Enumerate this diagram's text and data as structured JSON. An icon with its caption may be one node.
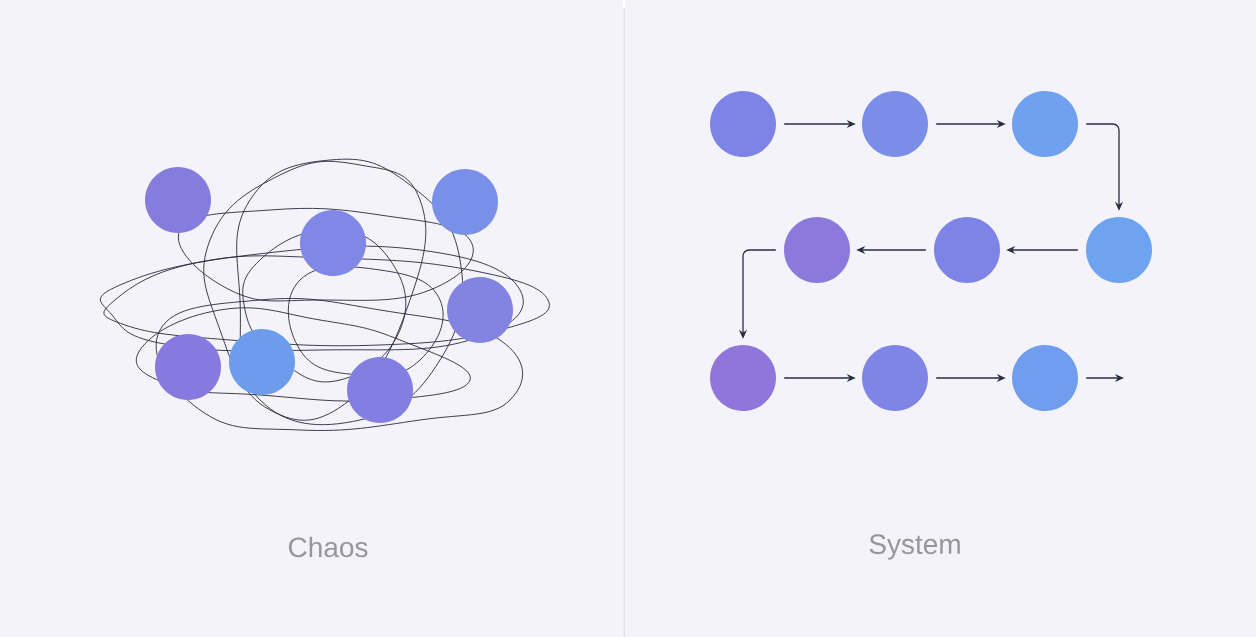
{
  "diagram": {
    "nodes": [
      {
        "text": [],
        "shape": "circle"
      },
      {
        "text": [],
        "shape": "circle"
      },
      {
        "text": [],
        "shape": "circle"
      },
      {
        "text": [],
        "shape": "circle"
      },
      {
        "text": [],
        "shape": "circle"
      },
      {
        "text": [],
        "shape": "circle"
      },
      {
        "text": [],
        "shape": "circle"
      },
      {
        "text": [],
        "shape": "circle"
      },
      {
        "text": [],
        "shape": "circle"
      },
      {
        "text": [],
        "shape": "circle"
      },
      {
        "text": [],
        "shape": "circle"
      },
      {
        "text": [],
        "shape": "circle"
      },
      {
        "text": [],
        "shape": "circle"
      },
      {
        "text": [],
        "shape": "circle"
      },
      {
        "text": [],
        "shape": "circle"
      },
      {
        "text": [],
        "shape": "circle"
      }
    ],
    "edges": [
      {
        "from": 7,
        "to": 8,
        "arrow": "to"
      },
      {
        "from": 8,
        "to": 9,
        "arrow": "to"
      },
      {
        "from": 9,
        "to": 10,
        "arrow": "to"
      },
      {
        "from": 10,
        "to": 11,
        "arrow": "to"
      },
      {
        "from": 11,
        "to": 12,
        "arrow": "to"
      },
      {
        "from": 12,
        "to": 13,
        "arrow": "to"
      },
      {
        "from": 13,
        "to": 14,
        "arrow": "to"
      },
      {
        "from": 14,
        "to": 15,
        "arrow": "to"
      },
      {
        "from": 15,
        "to": null,
        "arrow": "to"
      }
    ],
    "labels": [
      "Chaos",
      "System"
    ]
  }
}
